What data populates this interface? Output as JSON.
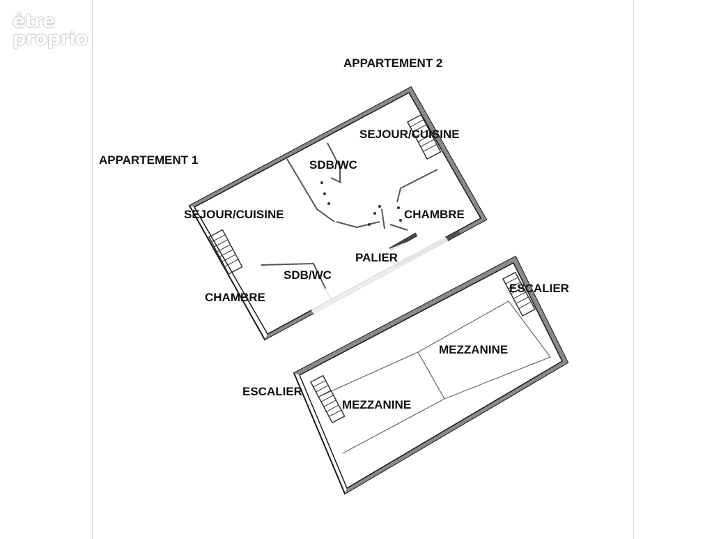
{
  "watermark": {
    "line1": "être",
    "line2": "proprio"
  },
  "labels": {
    "appartement_1": "APPARTEMENT 1",
    "appartement_2": "APPARTEMENT 2",
    "sejour_cuisine_1": "SEJOUR/CUISINE",
    "sejour_cuisine_2": "SEJOUR/CUISINE",
    "sdb_wc_1": "SDB/WC",
    "sdb_wc_2": "SDB/WC",
    "chambre_1": "CHAMBRE",
    "chambre_2": "CHAMBRE",
    "palier": "PALIER",
    "escalier_1": "ESCALIER",
    "escalier_2": "ESCALIER",
    "mezzanine_1": "MEZZANINE",
    "mezzanine_2": "MEZZANINE"
  },
  "colors": {
    "wall_fill": "#8a8a8a",
    "wall_stroke": "#1a1a1a",
    "partition": "#555555",
    "stair": "#333333"
  }
}
